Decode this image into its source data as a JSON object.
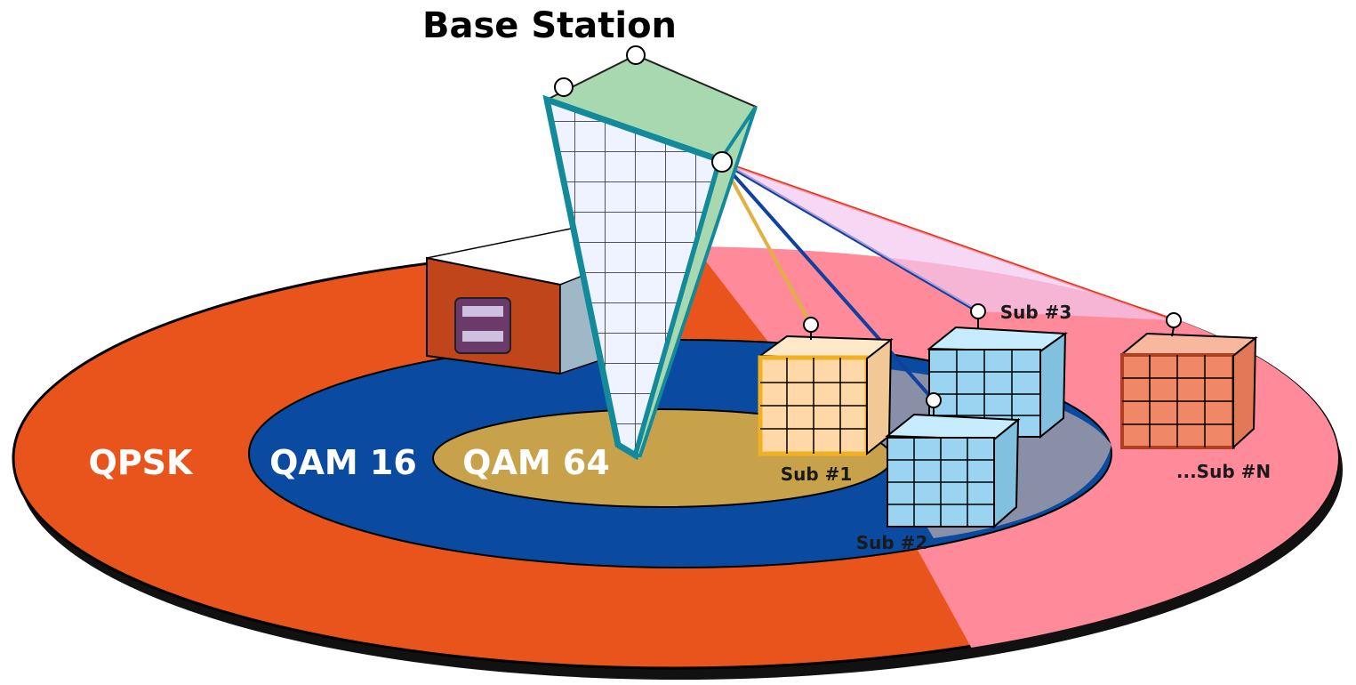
{
  "title": "Base Station",
  "zones": [
    {
      "label": "QPSK",
      "color": "#e8541c"
    },
    {
      "label": "QAM 16",
      "color": "#0a4aa0"
    },
    {
      "label": "QAM 64",
      "color": "#c8a24a"
    }
  ],
  "subscribers": {
    "sub1": "Sub #1",
    "sub2": "Sub #2",
    "sub3": "Sub #3",
    "subN": "...Sub #N"
  },
  "colors": {
    "outer_ring": "#e8541c",
    "pink_sector": "#ff8a9a",
    "middle_ring": "#0a4aa0",
    "inner_ring": "#c8a24a",
    "tower_top": "#a8d8b0",
    "tower_face": "#e8f0ff",
    "tower_frame": "#138a9a",
    "sub1_box": "#ffd8a8",
    "sub_blue_box": "#9ad4f0",
    "subN_box": "#f08868",
    "link_yellow": "#e0b040",
    "link_blue": "#1040a0",
    "link_red": "#e83010"
  }
}
